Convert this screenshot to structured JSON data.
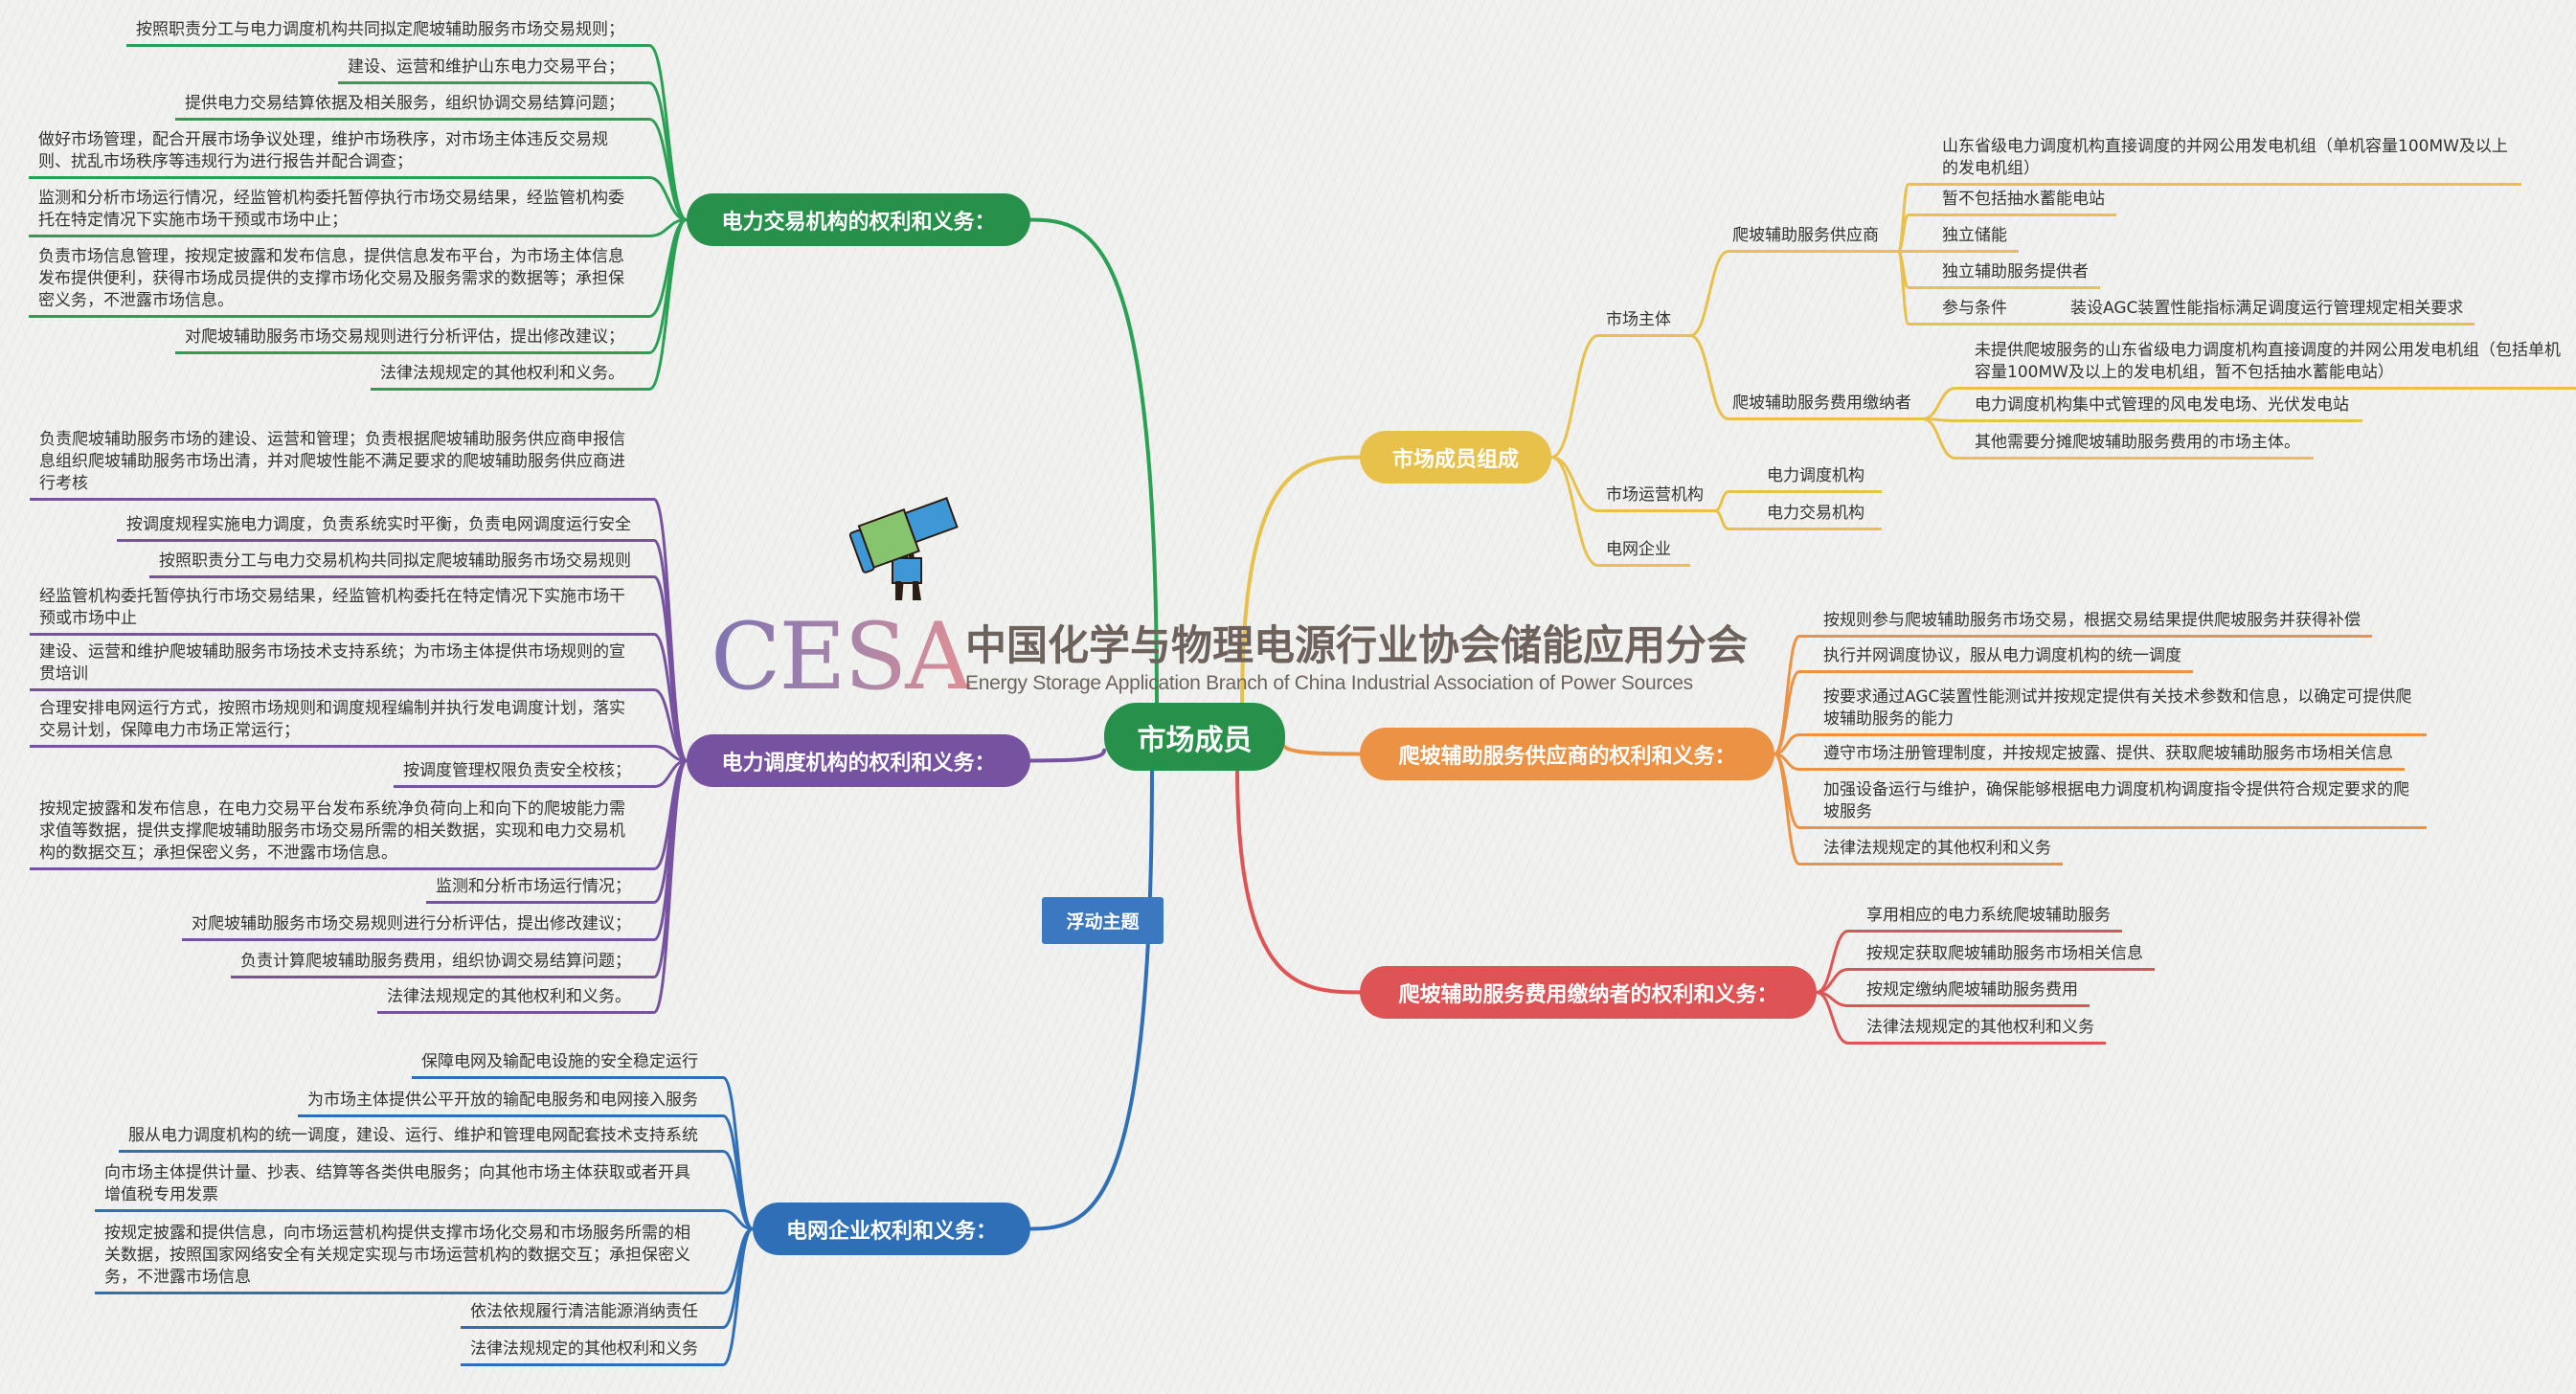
{
  "colors": {
    "trade": "#2aa055",
    "dispatch": "#7652a0",
    "grid": "#2f6fb8",
    "members": "#e8c14a",
    "supplier_rights": "#ec9244",
    "payer_rights": "#de5455",
    "center": "#27904a"
  },
  "center": {
    "label": "市场成员"
  },
  "floating": {
    "label": "浮动主题"
  },
  "logo": {
    "acronym": "CESA",
    "title_cn": "中国化学与物理电源行业协会储能应用分会",
    "title_en": "Energy Storage Application Branch of China Industrial Association of Power Sources",
    "icon": "telescope-icon"
  },
  "trade": {
    "label": "电力交易机构的权利和义务：",
    "items": [
      "按照职责分工与电力调度机构共同拟定爬坡辅助服务市场交易规则；",
      "建设、运营和维护山东电力交易平台；",
      "提供电力交易结算依据及相关服务，组织协调交易结算问题；",
      "做好市场管理，配合开展市场争议处理，维护市场秩序，对市场主体违反交易规则、扰乱市场秩序等违规行为进行报告并配合调查；",
      "监测和分析市场运行情况，经监管机构委托暂停执行市场交易结果，经监管机构委托在特定情况下实施市场干预或市场中止；",
      "负责市场信息管理，按规定披露和发布信息，提供信息发布平台，为市场主体信息发布提供便利，获得市场成员提供的支撑市场化交易及服务需求的数据等；承担保密义务，不泄露市场信息。",
      "对爬坡辅助服务市场交易规则进行分析评估，提出修改建议；",
      "法律法规规定的其他权利和义务。"
    ]
  },
  "dispatch": {
    "label": "电力调度机构的权利和义务：",
    "items": [
      "负责爬坡辅助服务市场的建设、运营和管理；负责根据爬坡辅助服务供应商申报信息组织爬坡辅助服务市场出清，并对爬坡性能不满足要求的爬坡辅助服务供应商进行考核",
      "按调度规程实施电力调度，负责系统实时平衡，负责电网调度运行安全",
      "按照职责分工与电力交易机构共同拟定爬坡辅助服务市场交易规则",
      "经监管机构委托暂停执行市场交易结果，经监管机构委托在特定情况下实施市场干预或市场中止",
      "建设、运营和维护爬坡辅助服务市场技术支持系统；为市场主体提供市场规则的宣贯培训",
      "合理安排电网运行方式，按照市场规则和调度规程编制并执行发电调度计划，落实交易计划，保障电力市场正常运行；",
      "按调度管理权限负责安全校核；",
      "按规定披露和发布信息，在电力交易平台发布系统净负荷向上和向下的爬坡能力需求值等数据，提供支撑爬坡辅助服务市场交易所需的相关数据，实现和电力交易机构的数据交互；承担保密义务，不泄露市场信息。",
      "监测和分析市场运行情况；",
      "对爬坡辅助服务市场交易规则进行分析评估，提出修改建议；",
      "负责计算爬坡辅助服务费用，组织协调交易结算问题；",
      "法律法规规定的其他权利和义务。"
    ]
  },
  "grid": {
    "label": "电网企业权利和义务：",
    "items": [
      "保障电网及输配电设施的安全稳定运行",
      "为市场主体提供公平开放的输配电服务和电网接入服务",
      "服从电力调度机构的统一调度，建设、运行、维护和管理电网配套技术支持系统",
      "向市场主体提供计量、抄表、结算等各类供电服务；向其他市场主体获取或者开具增值税专用发票",
      "按规定披露和提供信息，向市场运营机构提供支撑市场化交易和市场服务所需的相关数据，按照国家网络安全有关规定实现与市场运营机构的数据交互；承担保密义务，不泄露市场信息",
      "依法依规履行清洁能源消纳责任",
      "法律法规规定的其他权利和义务"
    ]
  },
  "members": {
    "label": "市场成员组成",
    "subject": {
      "label": "市场主体",
      "supplier": {
        "label": "爬坡辅助服务供应商",
        "items": [
          "山东省级电力调度机构直接调度的并网公用发电机组（单机容量100MW及以上的发电机组）",
          "暂不包括抽水蓄能电站",
          "独立储能",
          "独立辅助服务提供者"
        ],
        "condition": {
          "label": "参与条件",
          "requirement": "装设AGC装置性能指标满足调度运行管理规定相关要求"
        }
      },
      "payer": {
        "label": "爬坡辅助服务费用缴纳者",
        "items": [
          "未提供爬坡服务的山东省级电力调度机构直接调度的并网公用发电机组（包括单机容量100MW及以上的发电机组，暂不包括抽水蓄能电站）",
          "电力调度机构集中式管理的风电发电场、光伏发电站",
          "其他需要分摊爬坡辅助服务费用的市场主体。"
        ]
      }
    },
    "operator": {
      "label": "市场运营机构",
      "items": [
        "电力调度机构",
        "电力交易机构"
      ]
    },
    "grid_company": {
      "label": "电网企业"
    }
  },
  "supplier_rights": {
    "label": "爬坡辅助服务供应商的权利和义务：",
    "items": [
      "按规则参与爬坡辅助服务市场交易，根据交易结果提供爬坡服务并获得补偿",
      "执行并网调度协议，服从电力调度机构的统一调度",
      "按要求通过AGC装置性能测试并按规定提供有关技术参数和信息，以确定可提供爬坡辅助服务的能力",
      "遵守市场注册管理制度，并按规定披露、提供、获取爬坡辅助服务市场相关信息",
      "加强设备运行与维护，确保能够根据电力调度机构调度指令提供符合规定要求的爬坡服务",
      "法律法规规定的其他权利和义务"
    ]
  },
  "payer_rights": {
    "label": "爬坡辅助服务费用缴纳者的权利和义务：",
    "items": [
      "享用相应的电力系统爬坡辅助服务",
      "按规定获取爬坡辅助服务市场相关信息",
      "按规定缴纳爬坡辅助服务费用",
      "法律法规规定的其他权利和义务"
    ]
  }
}
